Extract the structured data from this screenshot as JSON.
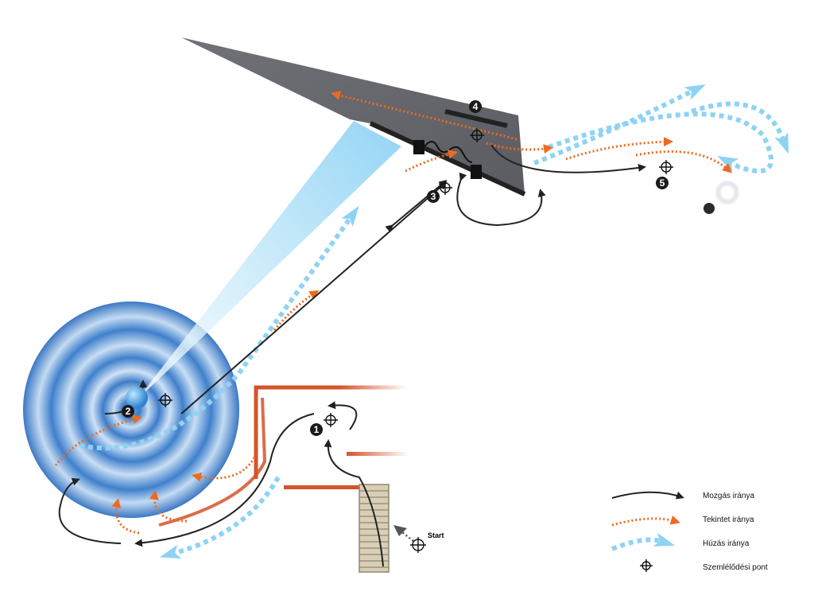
{
  "labels": {
    "start": "Start",
    "markers": [
      "1",
      "2",
      "3",
      "4",
      "5"
    ]
  },
  "legend": {
    "items": [
      {
        "label": "Mozgás iránya",
        "icon": "black-solid-arrow-icon"
      },
      {
        "label": "Tekintet iránya",
        "icon": "orange-dotted-arrow-icon"
      },
      {
        "label": "Húzás iránya",
        "icon": "light-blue-dashed-arrow-icon"
      },
      {
        "label": "Szemlélődési pont",
        "icon": "crosshair-icon"
      }
    ]
  },
  "colors": {
    "movement": "#222222",
    "gaze": "#ee6a1f",
    "pull": "#8fd3f4",
    "wall": "#d4542a",
    "spiral_dark": "#3d7cc9",
    "spiral_light": "#c9def4",
    "platform": "#6c6e74",
    "beam": "#bfe6fb"
  }
}
